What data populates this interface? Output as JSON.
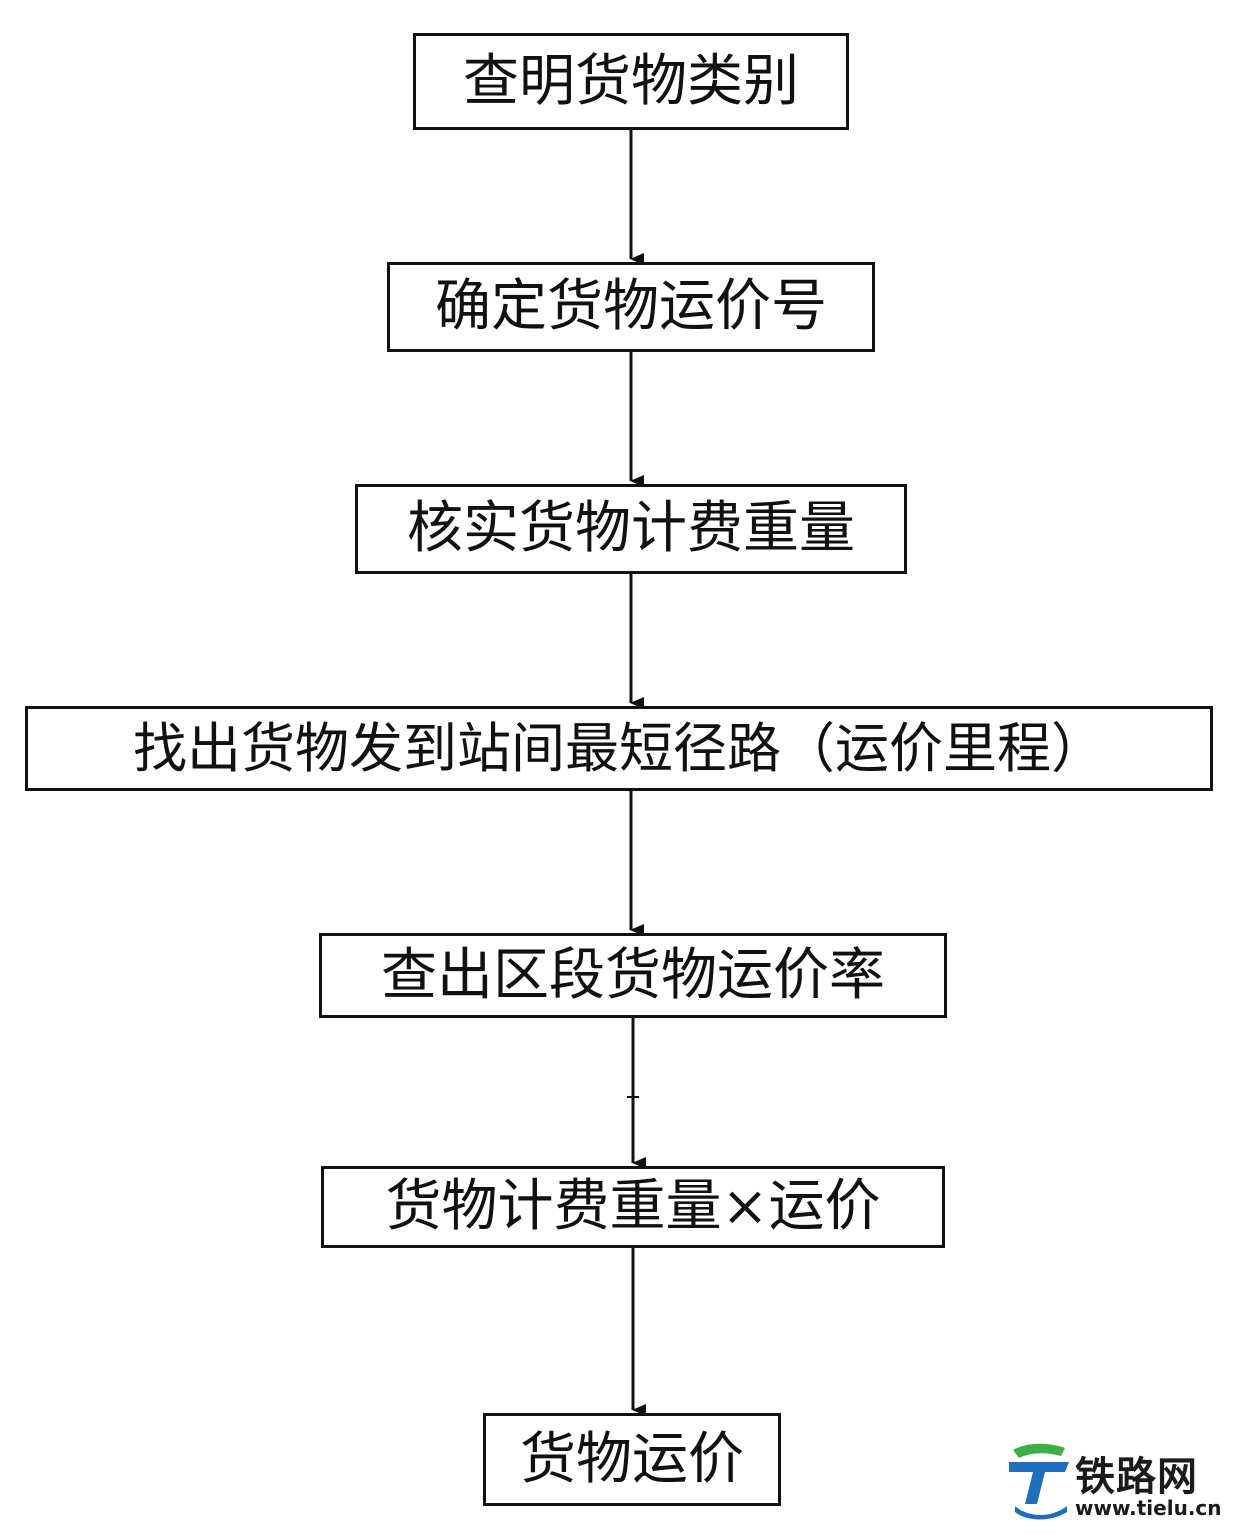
{
  "flowchart": {
    "steps": [
      "查明货物类别",
      "确定货物运价号",
      "核实货物计费重量",
      "找出货物发到站间最短径路（运价里程）",
      "查出区段货物运价率",
      "货物计费重量×运价",
      "货物运价"
    ]
  },
  "watermark": {
    "name": "铁路网",
    "url": "www.tielu.cn",
    "icon": "tielu-logo-icon",
    "colors": {
      "blue": "#1e6fc0",
      "green": "#3cb044",
      "dark": "#1a1a1a"
    }
  }
}
